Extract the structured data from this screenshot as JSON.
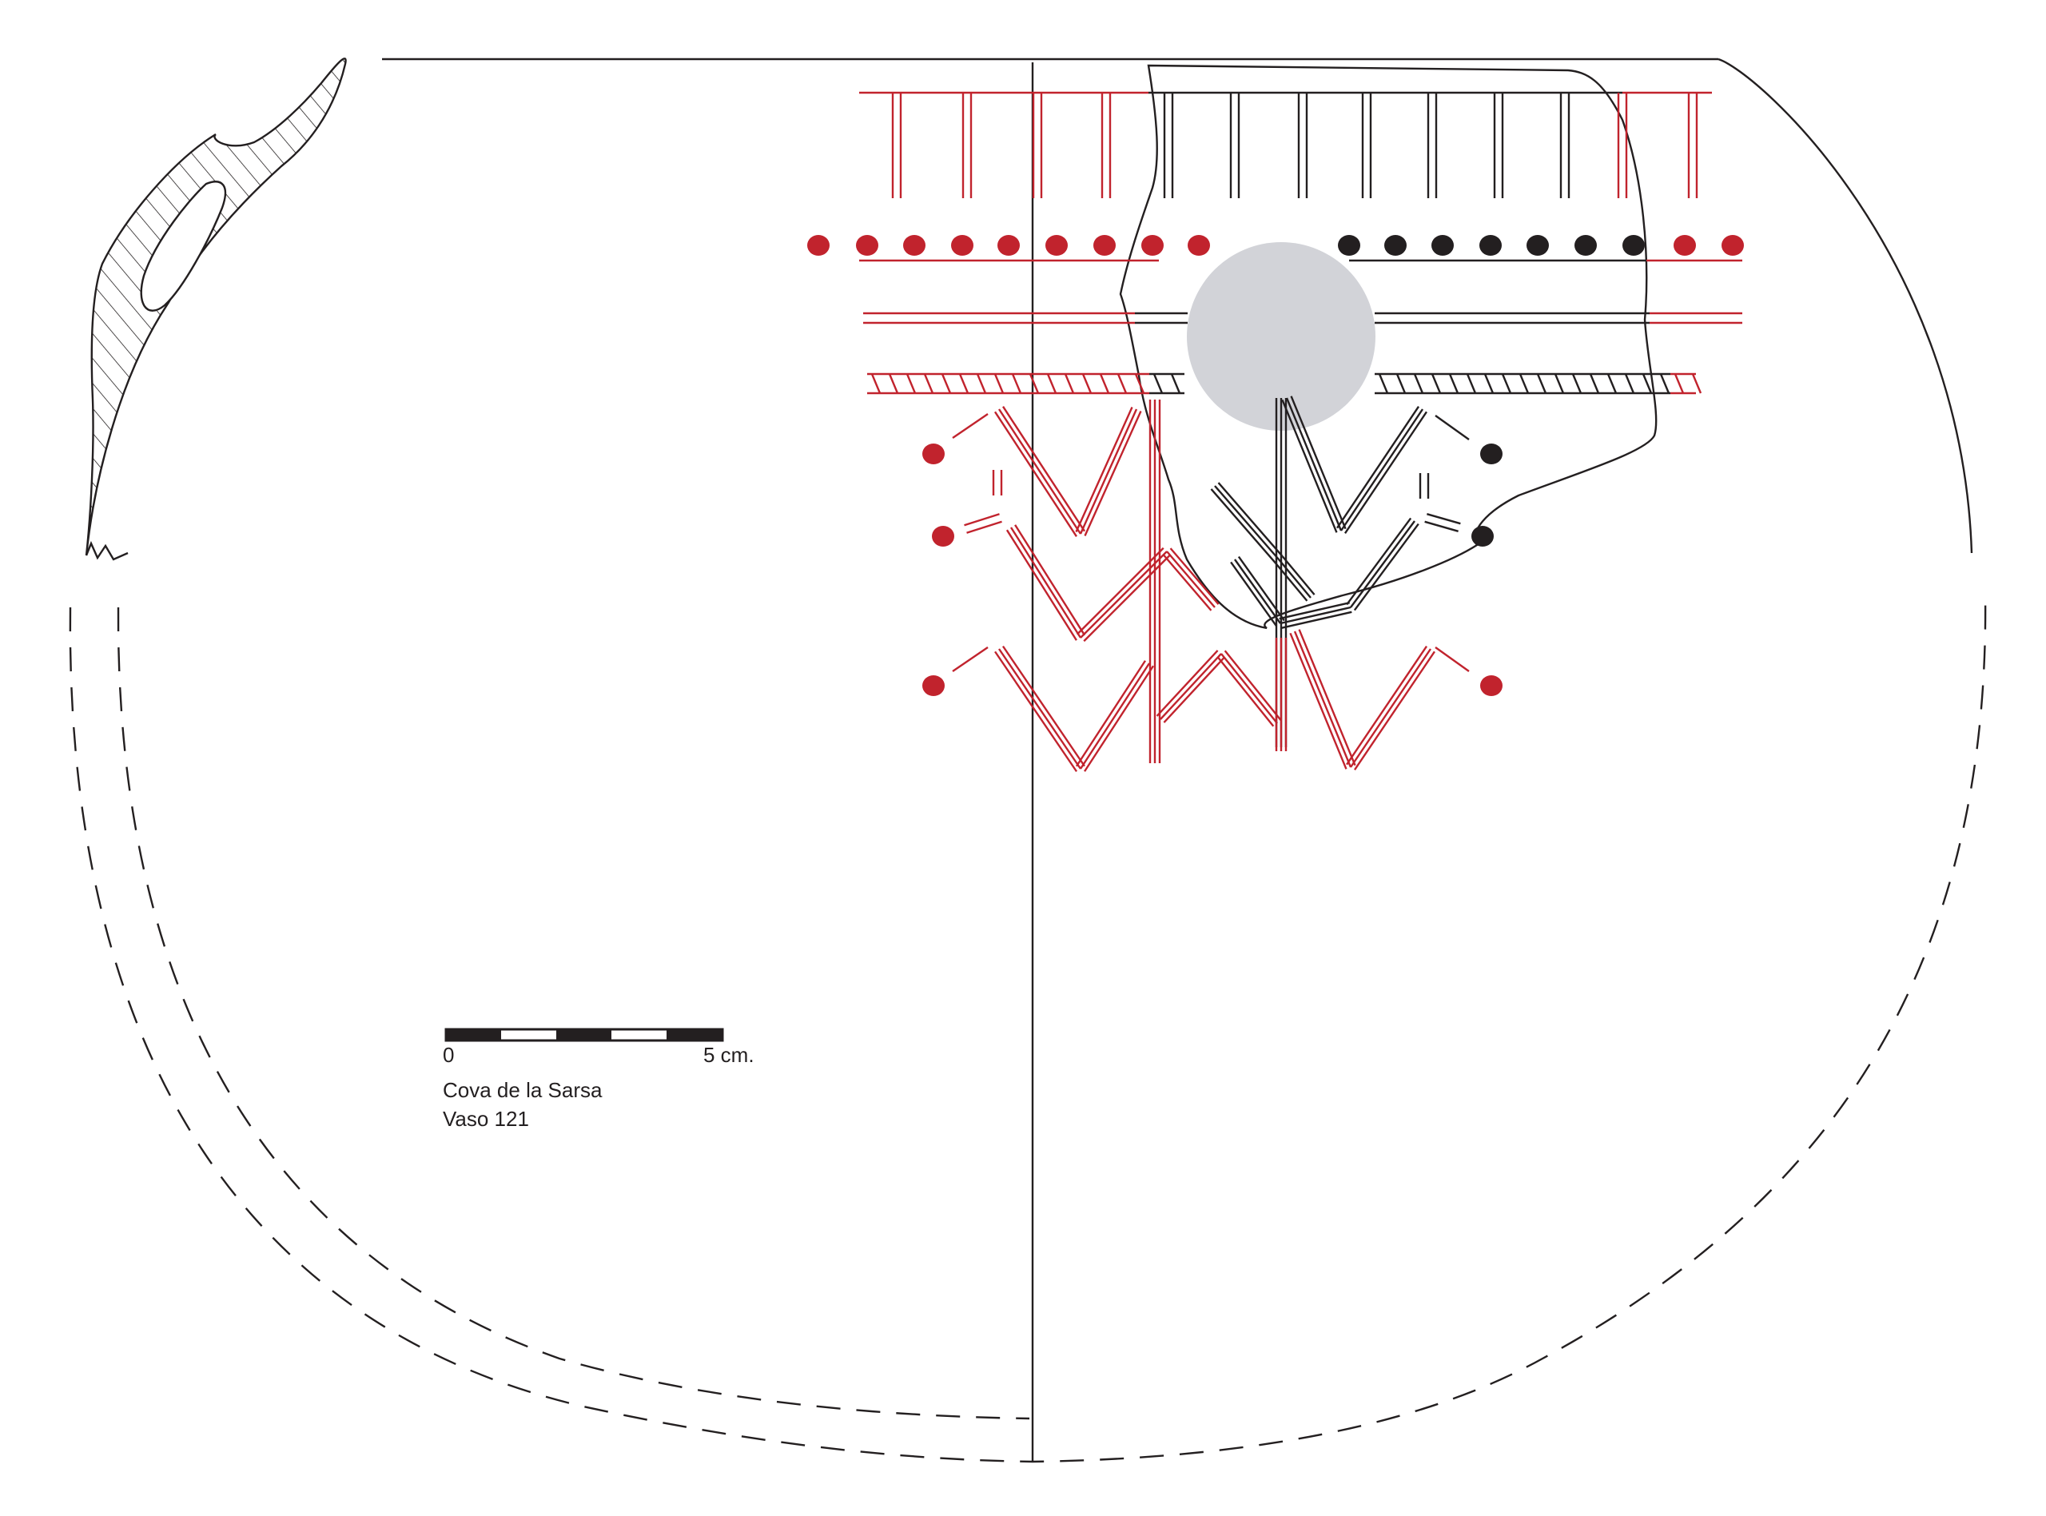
{
  "colors": {
    "ink": "#231f20",
    "red": "#c1232d",
    "grey_disc": "#d2d3d8",
    "background": "#ffffff"
  },
  "scale_bar": {
    "start_label": "0",
    "end_label": "5 cm."
  },
  "caption": {
    "site": "Cova de la Sarsa",
    "vessel": "Vaso 121"
  }
}
